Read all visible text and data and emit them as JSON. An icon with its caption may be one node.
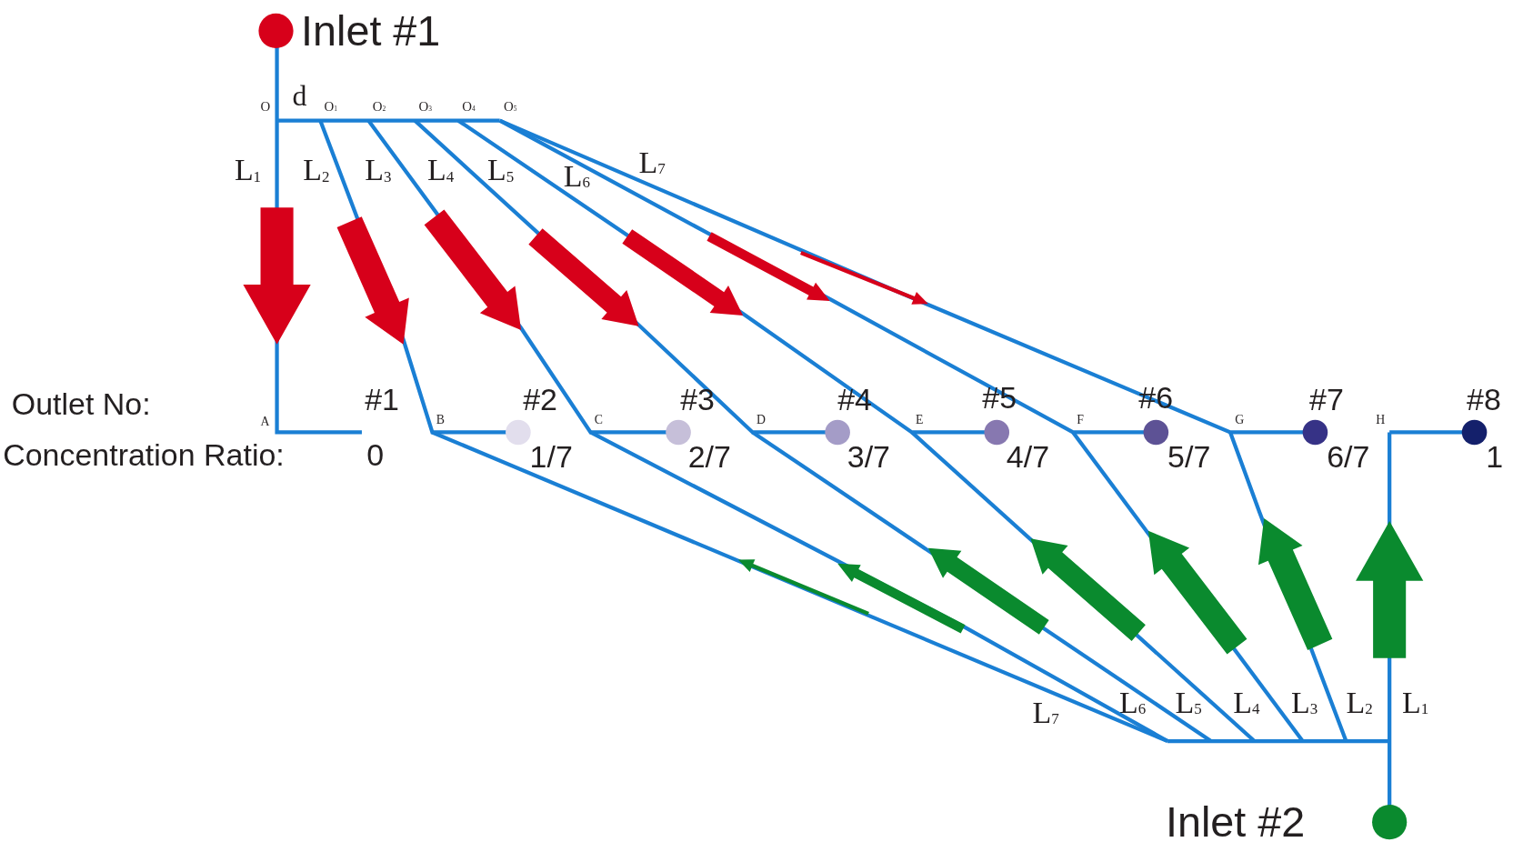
{
  "diagram": {
    "nodes": [
      {
        "text": [
          "Inlet #1"
        ]
      },
      {
        "text": [
          "Inlet #2"
        ]
      }
    ],
    "labels": [
      "d",
      "O",
      "O$_{1}$",
      "O$_{2}$",
      "O$_{3}$",
      "O$_{4}$",
      "O$_{5}$",
      "L$_{1}$",
      "L$_{2}$",
      "L$_{3}$",
      "L$_{4}$",
      "L$_{5}$",
      "L$_{6}$",
      "L$_{7}$",
      "Outlet No:",
      "#1",
      "#2",
      "#3",
      "#4",
      "#5",
      "#6",
      "#7",
      "#8",
      "A",
      "B",
      "C",
      "D",
      "E",
      "F",
      "G",
      "H",
      "Concentration Ratio:",
      "0",
      "1/7",
      "2/7",
      "3/7",
      "4/7",
      "5/7",
      "6/7",
      "1",
      "L$_{7}$",
      "L$_{6}$",
      "L$_{5}$",
      "L$_{4}$",
      "L$_{3}$",
      "L$_{2}$",
      "L$_{1}$"
    ]
  }
}
